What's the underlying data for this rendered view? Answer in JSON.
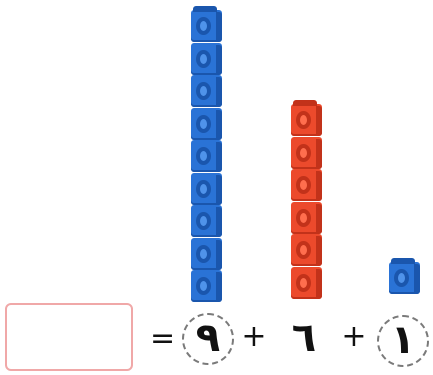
{
  "colors": {
    "blue_cube": "#2a73d6",
    "blue_cube_dark": "#1a56ad",
    "blue_cube_light": "#4f93ea",
    "red_cube": "#ec4a2c",
    "red_cube_dark": "#c2321a",
    "red_cube_light": "#ff6e4e",
    "answer_box_border": "#f0a8a8",
    "circle_border": "#7a7a7a"
  },
  "stacks": [
    {
      "name": "stack-nine",
      "color": "blue",
      "count": 9
    },
    {
      "name": "stack-six",
      "color": "red",
      "count": 6
    },
    {
      "name": "stack-one",
      "color": "blue",
      "count": 1
    }
  ],
  "equation": {
    "equals": "=",
    "term1": "٩",
    "plus1": "+",
    "term2": "٦",
    "plus2": "+",
    "term3": "١"
  }
}
